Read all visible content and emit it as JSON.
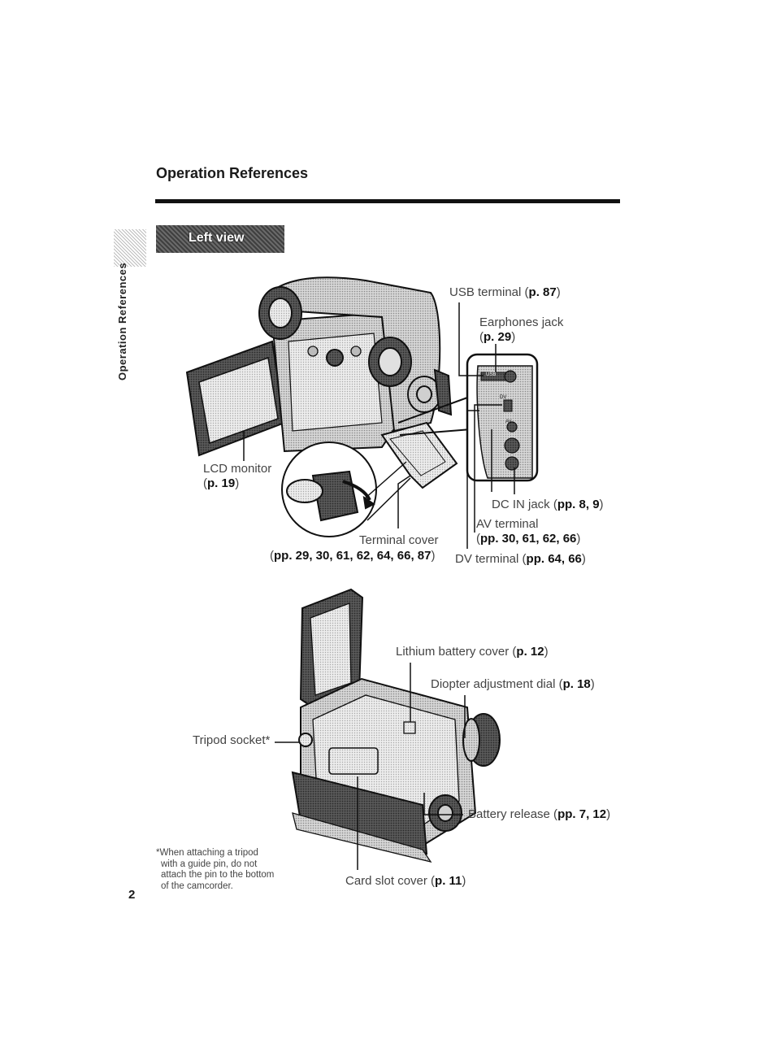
{
  "header": {
    "title": "Operation References"
  },
  "side_tab": {
    "text": "Operation References"
  },
  "section": {
    "title": "Left view"
  },
  "left_view": {
    "usb_terminal": {
      "text": "USB terminal",
      "ref": "p. 87"
    },
    "earphones_jack": {
      "text": "Earphones jack",
      "ref": "p. 29"
    },
    "lcd_monitor": {
      "text": "LCD monitor",
      "ref": "p. 19"
    },
    "dc_in_jack": {
      "text": "DC IN jack",
      "ref": "pp. 8, 9"
    },
    "av_terminal": {
      "text": "AV terminal",
      "ref": "pp. 30, 61, 62, 66"
    },
    "terminal_cover": {
      "text": "Terminal cover",
      "ref": "pp. 29, 30, 61, 62, 64, 66, 87"
    },
    "dv_terminal": {
      "text": "DV terminal",
      "ref": "pp. 64, 66"
    },
    "panel_labels": {
      "usb": "USB",
      "dv": "DV",
      "av": "AV"
    }
  },
  "bottom_view": {
    "lithium_battery_cover": {
      "text": "Lithium battery cover",
      "ref": "p. 12"
    },
    "diopter_dial": {
      "text": "Diopter adjustment dial",
      "ref": "p. 18"
    },
    "tripod_socket": {
      "text": "Tripod socket*"
    },
    "battery_release": {
      "text": "Battery release",
      "ref": "pp. 7, 12"
    },
    "card_slot_cover": {
      "text": "Card slot cover",
      "ref": "p. 11"
    }
  },
  "footnote": {
    "lines": [
      "*When attaching a tripod",
      "with a guide pin, do not",
      "attach the pin to the bottom",
      "of the camcorder."
    ]
  },
  "page_number": "2"
}
